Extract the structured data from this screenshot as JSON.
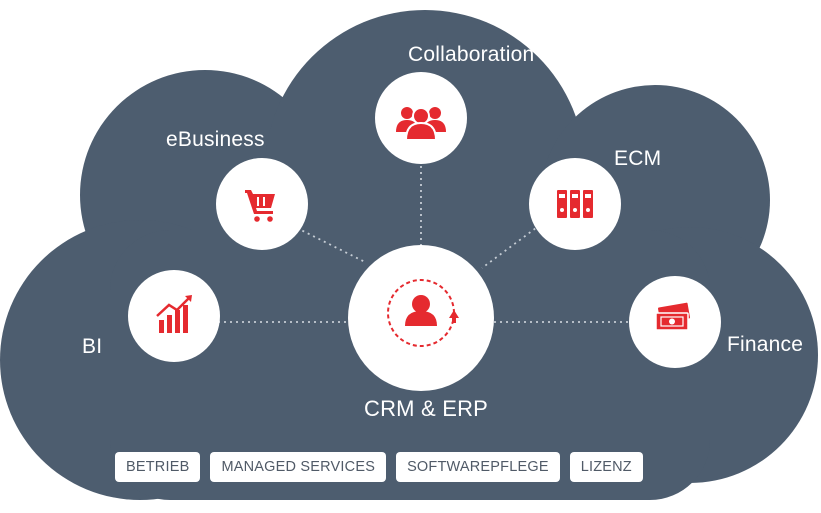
{
  "colors": {
    "cloud": "#4d5d6f",
    "accent": "#e52a2f",
    "node_fill": "#ffffff",
    "connector": "#c5ccd4",
    "tag_text": "#505a67"
  },
  "center": {
    "label": "CRM & ERP",
    "icon": "person-cycle-icon"
  },
  "nodes": [
    {
      "id": "collaboration",
      "label": "Collaboration",
      "icon": "team-icon"
    },
    {
      "id": "ebusiness",
      "label": "eBusiness",
      "icon": "shopping-cart-icon"
    },
    {
      "id": "ecm",
      "label": "ECM",
      "icon": "binders-icon"
    },
    {
      "id": "bi",
      "label": "BI",
      "icon": "growth-chart-icon"
    },
    {
      "id": "finance",
      "label": "Finance",
      "icon": "banknotes-icon"
    }
  ],
  "tags": [
    "BETRIEB",
    "MANAGED SERVICES",
    "SOFTWAREPFLEGE",
    "LIZENZ"
  ]
}
